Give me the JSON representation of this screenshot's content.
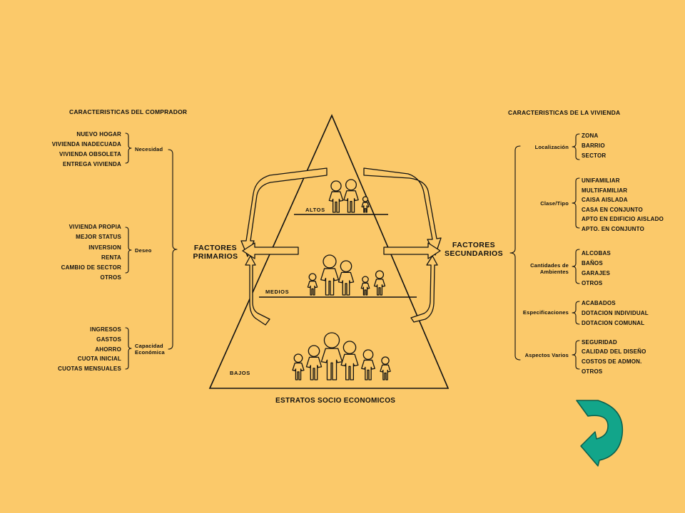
{
  "buyer": {
    "title": "CARACTERISTICAS DEL COMPRADOR",
    "groups": [
      {
        "label": "Necesidad",
        "items": [
          "NUEVO HOGAR",
          "VIVIENDA INADECUADA",
          "VIVIENDA OBSOLETA",
          "ENTREGA VIVIENDA"
        ]
      },
      {
        "label": "Deseo",
        "items": [
          "VIVIENDA PROPIA",
          "MEJOR STATUS",
          "INVERSION",
          "RENTA",
          "CAMBIO DE SECTOR",
          "OTROS"
        ]
      },
      {
        "label_lines": [
          "Capacidad",
          "Económica"
        ],
        "items": [
          "INGRESOS",
          "GASTOS",
          "AHORRO",
          "CUOTA INICIAL",
          "CUOTAS MENSUALES"
        ]
      }
    ]
  },
  "primary_factors": [
    "FACTORES",
    "PRIMARIOS"
  ],
  "secondary_factors": [
    "FACTORES",
    "SECUNDARIOS"
  ],
  "pyramid": {
    "levels": [
      "ALTOS",
      "MEDIOS",
      "BAJOS"
    ],
    "caption": "ESTRATOS SOCIO ECONOMICOS"
  },
  "housing": {
    "title": "CARACTERISTICAS DE LA VIVIENDA",
    "groups": [
      {
        "label": "Localización",
        "items": [
          "ZONA",
          "BARRIO",
          "SECTOR"
        ]
      },
      {
        "label": "Clase/Tipo",
        "items": [
          "UNIFAMILIAR",
          "MULTIFAMILIAR",
          "CAISA AISLADA",
          "CASA EN CONJUNTO",
          "APTO EN EDIFICIO AISLADO",
          "APTO. EN CONJUNTO"
        ]
      },
      {
        "label_lines": [
          "Cantidades de",
          "Ambientes"
        ],
        "items": [
          "ALCOBAS",
          "BAÑOS",
          "GARAJES",
          "OTROS"
        ]
      },
      {
        "label": "Especificaciones",
        "items": [
          "ACABADOS",
          "DOTACION INDIVIDUAL",
          "DOTACION COMUNAL"
        ]
      },
      {
        "label": "Aspectos Varios",
        "items": [
          "SEGURIDAD",
          "CALIDAD DEL DISEÑO",
          "COSTOS DE ADMON.",
          "OTROS"
        ]
      }
    ]
  },
  "colors": {
    "background": "#FBC96A",
    "ink": "#111111",
    "arrow_fill": "#12A58A",
    "arrow_edge": "#0A5E4C"
  },
  "nav": {
    "icon": "curved-return-arrow-icon"
  }
}
